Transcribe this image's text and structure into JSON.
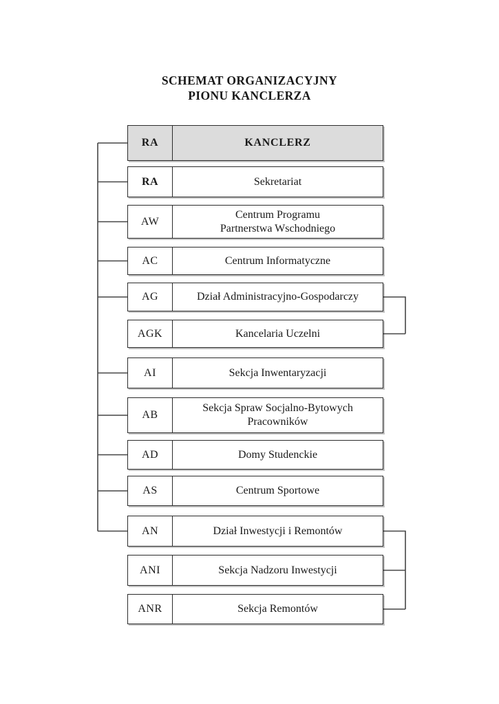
{
  "title": {
    "line1": "SCHEMAT ORGANIZACYJNY",
    "line2": "PIONU KANCLERZA"
  },
  "colors": {
    "header_fill": "#dcdcdc",
    "box_fill": "#ffffff",
    "border": "#2b2b2b",
    "connector_line": "#454545",
    "text": "#1a1a1a"
  },
  "rows": [
    {
      "code": "RA",
      "name": "KANCLERZ",
      "variant": "header",
      "left_connector": true
    },
    {
      "code": "RA",
      "name": "Sekretariat",
      "variant": "bold-code",
      "left_connector": true
    },
    {
      "code": "AW",
      "name": "Centrum Programu\nPartnerstwa Wschodniego",
      "variant": "",
      "left_connector": true
    },
    {
      "code": "AC",
      "name": "Centrum Informatyczne",
      "variant": "",
      "left_connector": true
    },
    {
      "code": "AG",
      "name": "Dział Administracyjno-Gospodarczy",
      "variant": "",
      "left_connector": true
    },
    {
      "code": "AGK",
      "name": "Kancelaria Uczelni",
      "variant": "",
      "left_connector": false
    },
    {
      "code": "AI",
      "name": "Sekcja Inwentaryzacji",
      "variant": "",
      "left_connector": true
    },
    {
      "code": "AB",
      "name": "Sekcja Spraw Socjalno-Bytowych\nPracowników",
      "variant": "",
      "left_connector": true
    },
    {
      "code": "AD",
      "name": "Domy Studenckie",
      "variant": "",
      "left_connector": true
    },
    {
      "code": "AS",
      "name": "Centrum Sportowe",
      "variant": "",
      "left_connector": true
    },
    {
      "code": "AN",
      "name": "Dział Inwestycji i Remontów",
      "variant": "",
      "left_connector": true
    },
    {
      "code": "ANI",
      "name": "Sekcja Nadzoru Inwestycji",
      "variant": "",
      "left_connector": false
    },
    {
      "code": "ANR",
      "name": "Sekcja Remontów",
      "variant": "",
      "left_connector": false
    }
  ],
  "right_brackets": [
    {
      "from": "AG",
      "to": [
        "AGK"
      ]
    },
    {
      "from": "AN",
      "to": [
        "ANI",
        "ANR"
      ]
    }
  ]
}
